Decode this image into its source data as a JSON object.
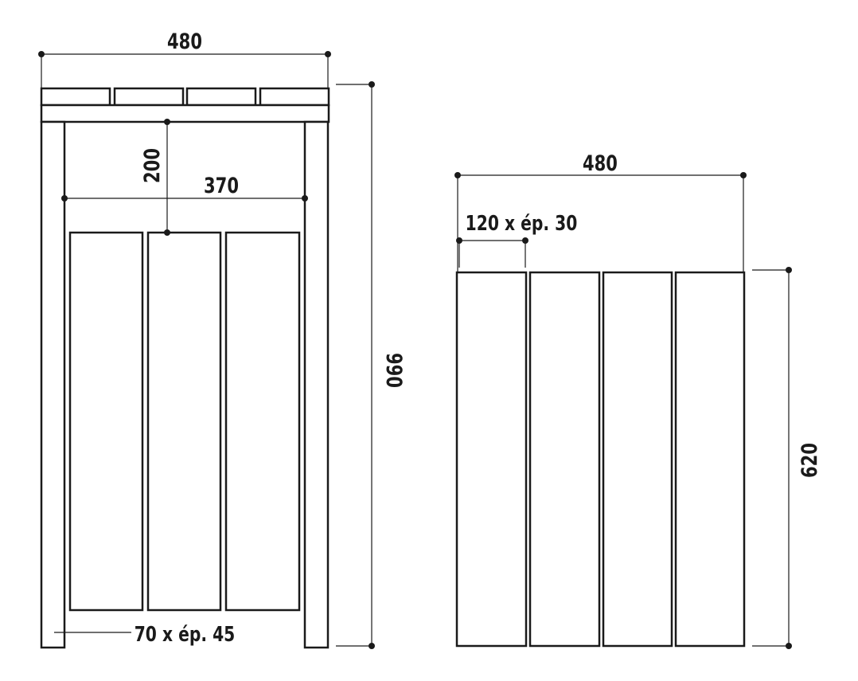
{
  "front_view": {
    "width_label": "480",
    "height_label": "990",
    "gap_label": "200",
    "inner_width_label": "370",
    "post_label": "70 x ép. 45"
  },
  "side_view": {
    "width_label": "480",
    "slat_label": "120 x ép. 30",
    "height_label": "620"
  }
}
